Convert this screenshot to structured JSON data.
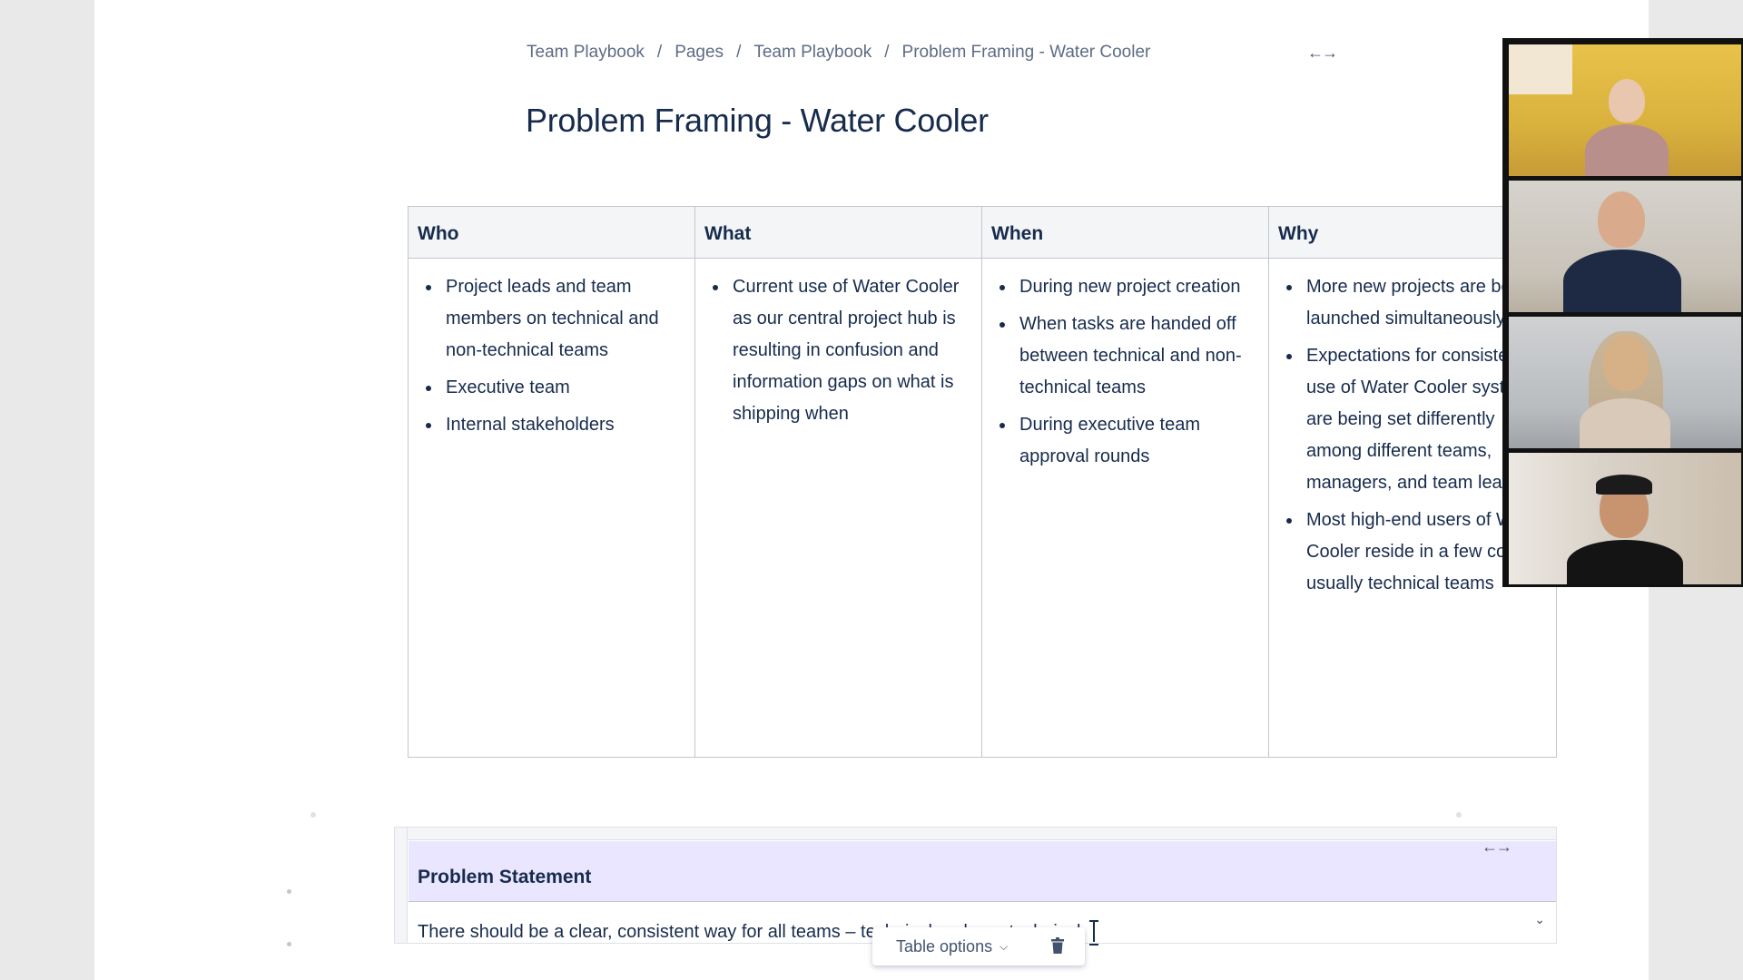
{
  "breadcrumb": {
    "items": [
      "Team Playbook",
      "Pages",
      "Team Playbook",
      "Problem Framing - Water Cooler"
    ],
    "separator": "/"
  },
  "page": {
    "title": "Problem Framing - Water Cooler"
  },
  "matrix": {
    "columns": [
      {
        "header": "Who",
        "items": [
          "Project leads and team members on technical and non-technical teams",
          "Executive team",
          "Internal stakeholders"
        ]
      },
      {
        "header": "What",
        "items": [
          "Current use of Water Cooler as our central project hub is resulting in confusion and information gaps on what is shipping when"
        ]
      },
      {
        "header": "When",
        "items": [
          "During new project creation",
          "When tasks are handed off between technical and non-technical teams",
          "During executive team approval rounds"
        ]
      },
      {
        "header": "Why",
        "items": [
          "More new projects are being launched simultaneously",
          "Expectations for consistent use of Water Cooler system are being set differently among different teams, managers, and team leads",
          "Most high-end users of Water Cooler reside in a few core, usually technical teams"
        ]
      }
    ]
  },
  "problem_statement": {
    "header": "Problem Statement",
    "body": "There should be a clear, consistent way for all teams – technical and non-technical,"
  },
  "table_toolbar": {
    "options_label": "Table options"
  },
  "icons": {
    "width_toggle": "expand-width-icon",
    "chevron": "chevron-down-icon",
    "trash": "trash-icon"
  },
  "colors": {
    "table_header_bg": "#f4f5f7",
    "problem_header_bg": "#eae6ff",
    "text": "#172b4d",
    "muted": "#5e6c84"
  }
}
